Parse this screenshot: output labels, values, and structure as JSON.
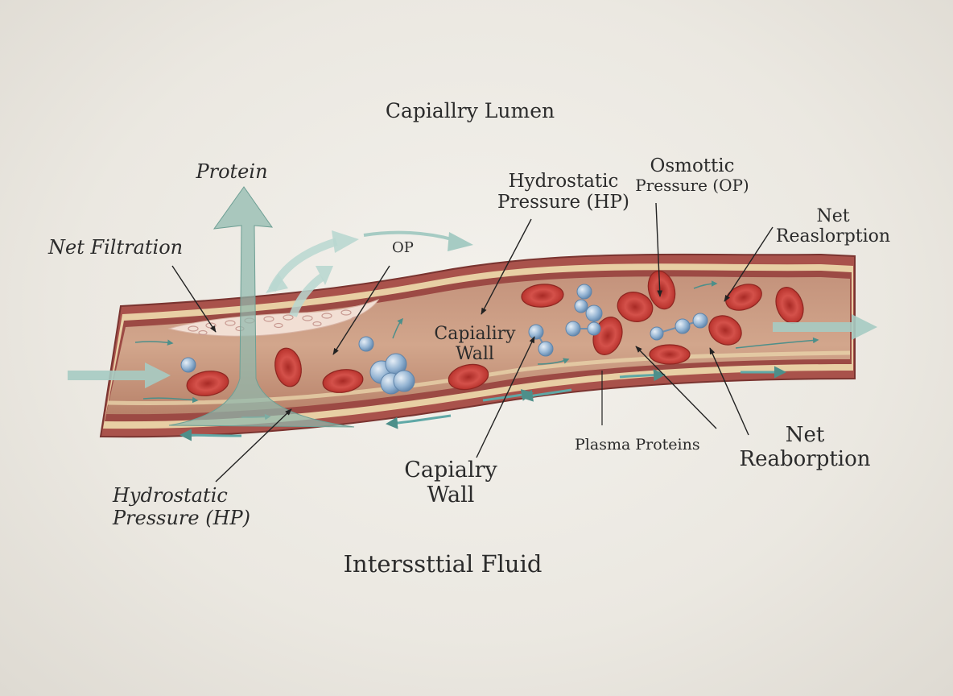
{
  "labels": {
    "capillary_lumen": "Capiallry Lumen",
    "protein": "Protein",
    "net_filtration": "Net Filtration",
    "op_small": "OP",
    "hp_top": [
      "Hydrostatic",
      "Pressure (HP)"
    ],
    "op_top": [
      "Osmottic",
      "Pressure (OP)"
    ],
    "net_reabsorption_top": [
      "Net",
      "Reaslorption"
    ],
    "capillary_wall_inner": [
      "Capialiry",
      "Wall"
    ],
    "capillary_wall_lower": [
      "Capialry",
      "Wall"
    ],
    "hp_bottom": [
      "Hydrostatic",
      "Pressure (HP)"
    ],
    "plasma_proteins": "Plasma Proteins",
    "net_reabsorption_bottom": [
      "Net",
      "Reaborption"
    ],
    "interstitial_fluid": "Interssttial Fluid"
  },
  "colors": {
    "background": "#ebe8e1",
    "vessel_outer": "#a9524b",
    "vessel_lumen": "#c9977e",
    "endothelium": "#e8cfa4",
    "red_cell": "#c63b34",
    "protein": "#8fb0cf",
    "flow_arrow": "#8fb8ad",
    "leader_line": "#2b2b2b"
  }
}
